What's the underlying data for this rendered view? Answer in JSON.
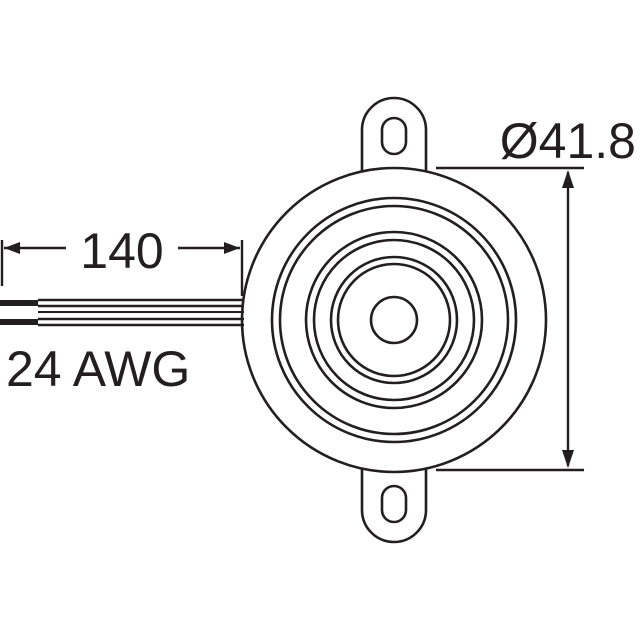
{
  "drawing": {
    "subject": "Piezo buzzer with wire leads",
    "line_color": "#231f20",
    "background_color": "#ffffff"
  },
  "dimensions": {
    "lead_length": "140",
    "diameter": "Ø41.8",
    "wire_gauge": "24 AWG"
  }
}
